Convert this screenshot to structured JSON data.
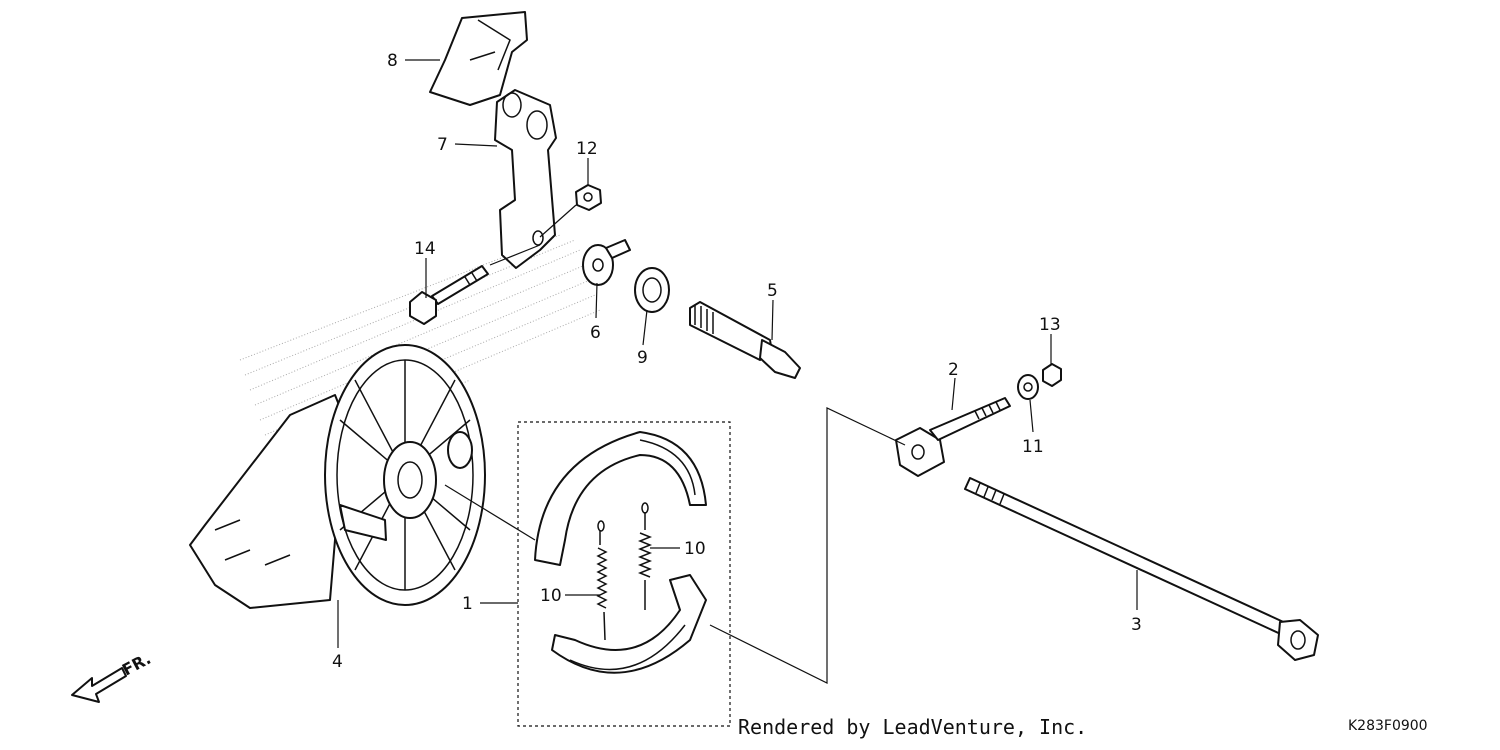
{
  "callouts": {
    "c1": "1",
    "c2": "2",
    "c3": "3",
    "c4": "4",
    "c5": "5",
    "c6": "6",
    "c7": "7",
    "c8": "8",
    "c9": "9",
    "c10a": "10",
    "c10b": "10",
    "c11": "11",
    "c12": "12",
    "c13": "13",
    "c14": "14"
  },
  "direction_label": "FR.",
  "credit": "Rendered by LeadVenture, Inc.",
  "diagram_code": "K283F0900",
  "colors": {
    "line": "#111111",
    "shading": "#aaaaaa",
    "background": "#ffffff"
  }
}
